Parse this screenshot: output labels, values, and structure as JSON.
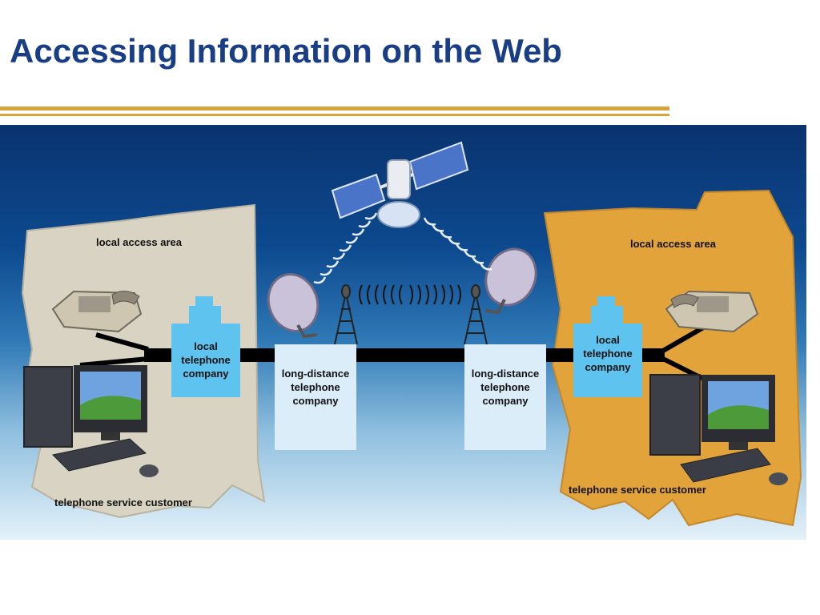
{
  "slide": {
    "title": "Accessing Information on the Web"
  },
  "diagram": {
    "left_area": {
      "area_label": "local access area",
      "customer_label": "telephone service customer",
      "local_company": "local telephone company",
      "long_distance_company": "long-distance telephone company"
    },
    "right_area": {
      "area_label": "local access area",
      "customer_label": "telephone service customer",
      "local_company": "local telephone company",
      "long_distance_company": "long-distance telephone company"
    }
  },
  "colors": {
    "title": "#1a3e86",
    "rule": "#d9a33c",
    "left_area": "#d8d3c2",
    "right_area": "#e2a33b",
    "local_box": "#5ec3ee",
    "long_distance_box": "#dcedfa"
  },
  "icons": [
    "satellite-icon",
    "satellite-dish-icon",
    "radio-tower-icon",
    "telephone-icon",
    "desktop-computer-icon"
  ]
}
